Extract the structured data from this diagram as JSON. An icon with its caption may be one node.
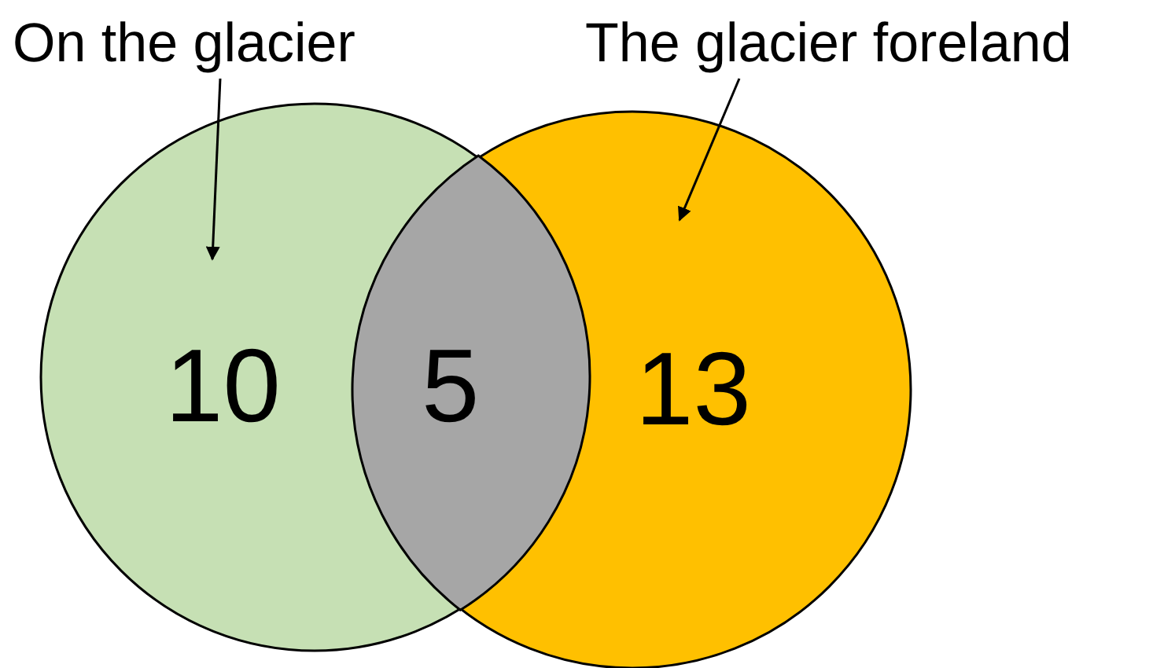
{
  "diagram": {
    "nodes": [
      {
        "text": [
          "On the glacier"
        ]
      },
      {
        "text": [
          "10"
        ]
      },
      {
        "text": [
          "5"
        ]
      },
      {
        "text": [
          "13"
        ]
      },
      {
        "text": [
          "The glacier foreland"
        ]
      }
    ],
    "edges": [
      {
        "from": 0,
        "to": 1,
        "arrow": "to"
      },
      {
        "from": 4,
        "to": 3,
        "arrow": "to"
      }
    ]
  }
}
